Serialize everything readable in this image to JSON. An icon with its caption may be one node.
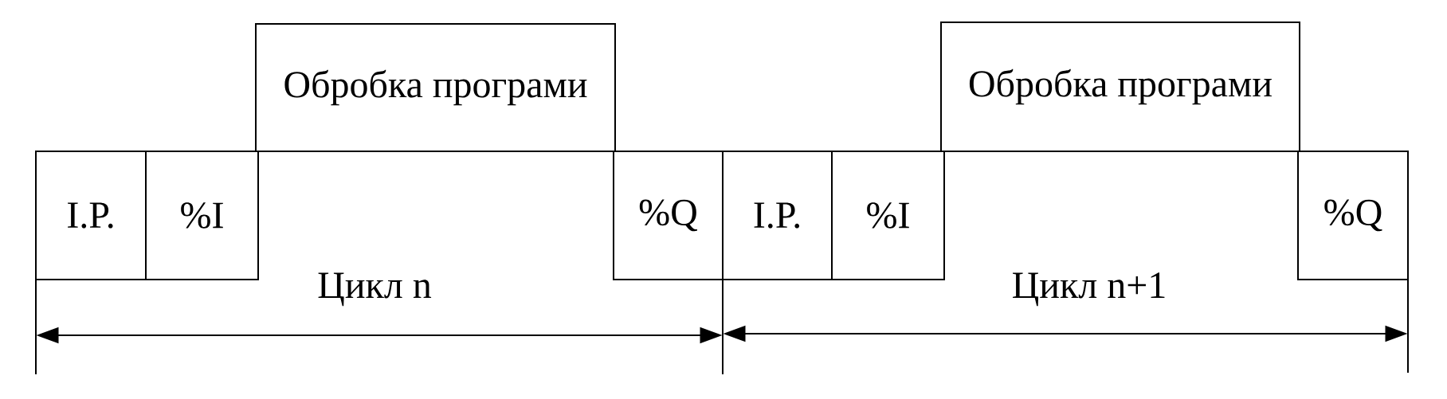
{
  "diagram": {
    "nodes": [
      {
        "text": [
          "I.P."
        ]
      },
      {
        "text": [
          "%I"
        ]
      },
      {
        "text": [
          "Обробка програми"
        ]
      },
      {
        "text": [
          "%Q"
        ]
      },
      {
        "text": [
          "I.P."
        ]
      },
      {
        "text": [
          "%I"
        ]
      },
      {
        "text": [
          "Обробка програми"
        ]
      },
      {
        "text": [
          "%Q"
        ]
      }
    ],
    "labels": [
      "Цикл n",
      "Цикл n+1"
    ]
  }
}
